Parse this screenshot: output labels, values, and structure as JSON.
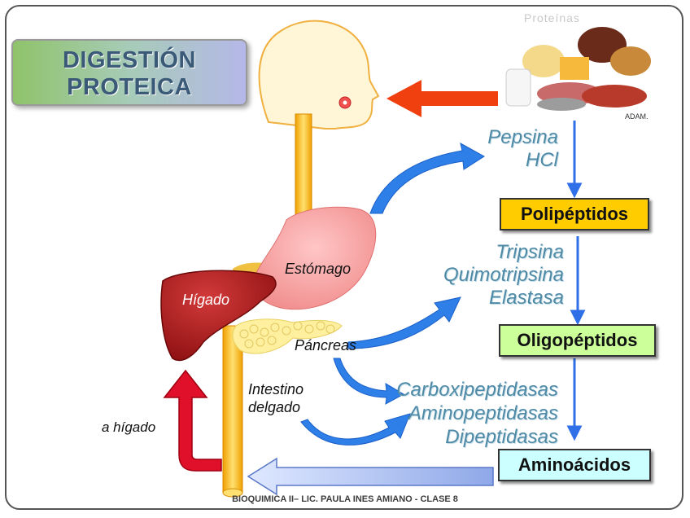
{
  "title": {
    "line1": "DIGESTIÓN",
    "line2": "PROTEICA"
  },
  "food_image": {
    "caption": "Proteínas",
    "credit": "ADAM."
  },
  "organs": {
    "stomach": "Estómago",
    "liver": "Hígado",
    "pancreas": "Páncreas",
    "intestine_line1": "Intestino",
    "intestine_line2": "delgado"
  },
  "enzymes": {
    "stomach": [
      "Pepsina",
      "HCl"
    ],
    "pancreas": [
      "Tripsina",
      "Quimotripsina",
      "Elastasa"
    ],
    "intestine": [
      "Carboxipeptidasas",
      "Aminopeptidasas",
      "Dipeptidasas"
    ]
  },
  "products": {
    "polipeptidos": "Polipéptidos",
    "oligopeptidos": "Oligopéptidos",
    "aminoacidos": "Aminoácidos"
  },
  "to_liver_label": "a hígado",
  "footer": "BIOQUIMICA II– LIC. PAULA INES AMIANO - CLASE 8",
  "colors": {
    "polipeptidos_box": "#ffcc00",
    "oligopeptidos_box": "#ccff99",
    "aminoacidos_box": "#ccffff",
    "enzyme_text": "#4e8aa6",
    "arrow_blue": "#2f7fe8",
    "arrow_red": "#e0102a",
    "arrow_orange": "#f04010"
  }
}
